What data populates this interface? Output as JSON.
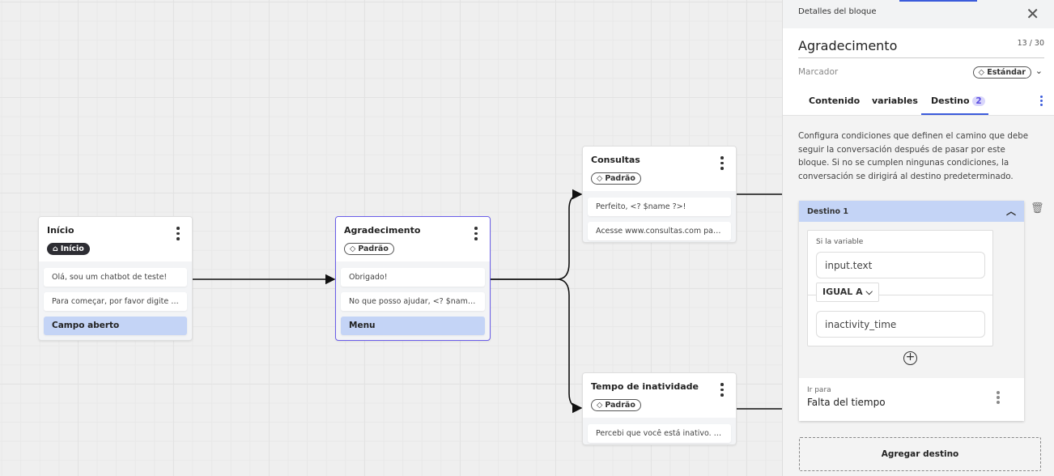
{
  "canvas": {
    "nodes": [
      {
        "title": "Início",
        "tag": "Início",
        "tag_icon": "home-icon",
        "items": [
          "Olá, sou um chatbot de teste!",
          "Para começar, por favor digite o ..."
        ],
        "input": "Campo aberto"
      },
      {
        "title": "Agradecimento",
        "tag": "Padrão",
        "tag_icon": "tag-icon",
        "items": [
          "Obrigado!",
          "No que posso ajudar, <? $name ..."
        ],
        "input": "Menu"
      },
      {
        "title": "Consultas",
        "tag": "Padrão",
        "tag_icon": "tag-icon",
        "items": [
          "Perfeito, <? $name ?>!",
          "Acesse www.consultas.com par..."
        ]
      },
      {
        "title": "Tempo de inatividade",
        "tag": "Padrão",
        "tag_icon": "tag-icon",
        "items": [
          "Percebi que você está inativo. C..."
        ]
      }
    ]
  },
  "panel": {
    "header": "Detalles del bloque",
    "name": "Agradecimento",
    "count": "13 / 30",
    "marker_label": "Marcador",
    "marker_value": "Estándar",
    "tabs": [
      {
        "label": "Contenido"
      },
      {
        "label": "variables"
      },
      {
        "label": "Destino",
        "badge": "2"
      }
    ],
    "description": "Configura condiciones que definen el camino que debe seguir la conversación después de pasar por este bloque. Si no se cumplen ningunas condiciones, la conversación se dirigirá al destino predeterminado.",
    "destination": {
      "title": "Destino 1",
      "condition_label": "Si la variable",
      "variable": "input.text",
      "operator": "IGUAL A",
      "value": "inactivity_time",
      "goto_label": "Ir para",
      "goto_value": "Falta del tiempo"
    },
    "add_label": "Agregar destino"
  },
  "colors": {
    "accent": "#3b5bdb",
    "selected_border": "#6a5ee8",
    "input_item": "#c4d4f6"
  }
}
